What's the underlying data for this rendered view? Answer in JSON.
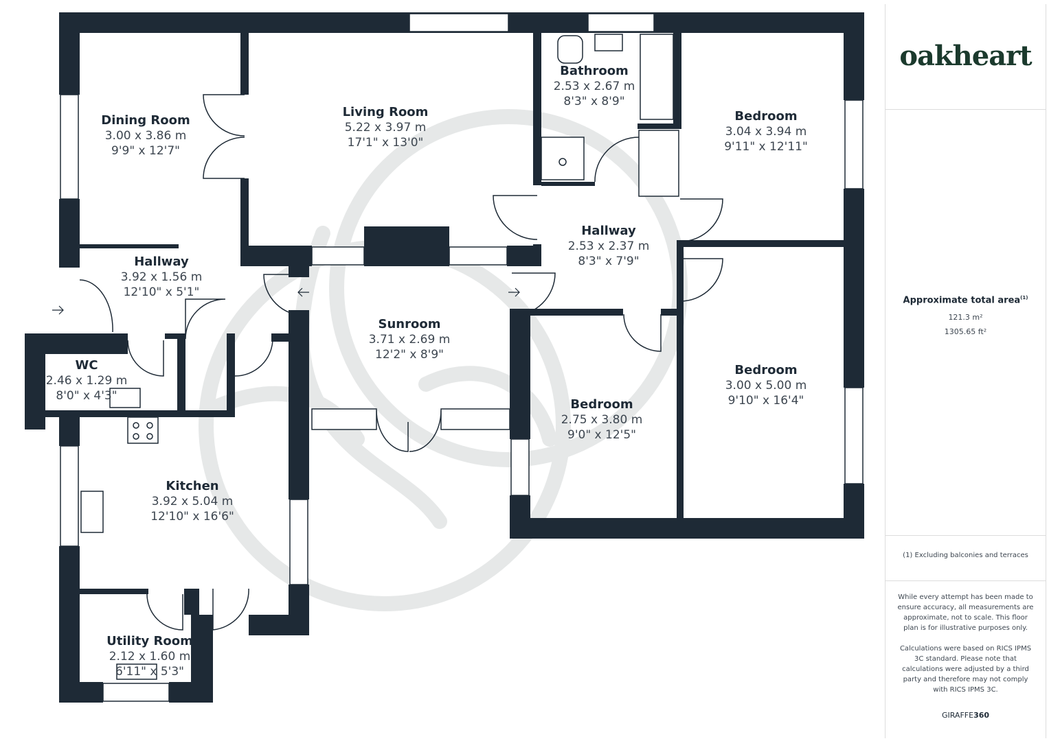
{
  "floorplan": {
    "rooms": [
      {
        "id": "dining-room",
        "name": "Dining Room",
        "metric": "3.00 x 3.86 m",
        "imperial": "9'9\" x 12'7\""
      },
      {
        "id": "living-room",
        "name": "Living Room",
        "metric": "5.22 x 3.97 m",
        "imperial": "17'1\" x 13'0\""
      },
      {
        "id": "bathroom",
        "name": "Bathroom",
        "metric": "2.53 x 2.67 m",
        "imperial": "8'3\" x 8'9\""
      },
      {
        "id": "bedroom-1",
        "name": "Bedroom",
        "metric": "3.04 x 3.94 m",
        "imperial": "9'11\" x 12'11\""
      },
      {
        "id": "hallway-east",
        "name": "Hallway",
        "metric": "2.53 x 2.37 m",
        "imperial": "8'3\" x 7'9\""
      },
      {
        "id": "hallway-west",
        "name": "Hallway",
        "metric": "3.92 x 1.56 m",
        "imperial": "12'10\" x 5'1\""
      },
      {
        "id": "sunroom",
        "name": "Sunroom",
        "metric": "3.71 x 2.69 m",
        "imperial": "12'2\" x 8'9\""
      },
      {
        "id": "wc",
        "name": "WC",
        "metric": "2.46 x 1.29 m",
        "imperial": "8'0\" x 4'3\""
      },
      {
        "id": "bedroom-2",
        "name": "Bedroom",
        "metric": "2.75 x 3.80 m",
        "imperial": "9'0\" x 12'5\""
      },
      {
        "id": "bedroom-3",
        "name": "Bedroom",
        "metric": "3.00 x 5.00 m",
        "imperial": "9'10\" x 16'4\""
      },
      {
        "id": "kitchen",
        "name": "Kitchen",
        "metric": "3.92 x 5.04 m",
        "imperial": "12'10\" x 16'6\""
      },
      {
        "id": "utility-room",
        "name": "Utility Room",
        "metric": "2.12 x 1.60 m",
        "imperial": "6'11\" x 5'3\""
      }
    ]
  },
  "sidebar": {
    "logo": "oakheart",
    "area_title": "Approximate total area",
    "area_footnote_mark": "(1)",
    "area_m2": "121.3 m²",
    "area_ft2": "1305.65 ft²",
    "exclusion_note": "(1) Excluding balconies and terraces",
    "disclaimer": "While every attempt has been made to ensure accuracy, all measurements are approximate, not to scale. This floor plan is for illustrative purposes only.",
    "calc_note": "Calculations were based on RICS IPMS 3C standard. Please note that calculations were adjusted by a third party and therefore may not comply with RICS IPMS 3C.",
    "brand_prefix": "GIRAFFE",
    "brand_suffix": "360"
  },
  "colors": {
    "wall": "#1e2a36",
    "watermark": "#e4e6e6",
    "logo": "#1b3a2d"
  }
}
